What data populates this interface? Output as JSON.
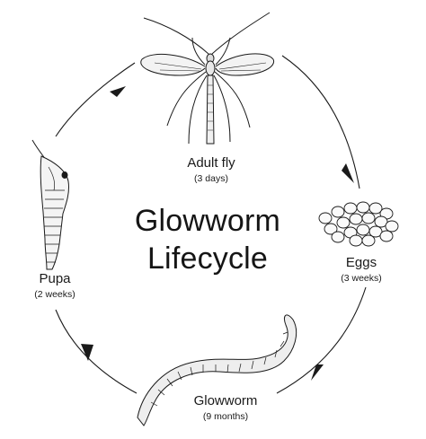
{
  "title": {
    "line1": "Glowworm",
    "line2": "Lifecycle"
  },
  "stages": [
    {
      "id": "adult",
      "label": "Adult fly",
      "duration": "(3 days)",
      "icon": "adult-fly-icon"
    },
    {
      "id": "eggs",
      "label": "Eggs",
      "duration": "(3 weeks)",
      "icon": "eggs-cluster-icon"
    },
    {
      "id": "glowworm",
      "label": "Glowworm",
      "duration": "(9 months)",
      "icon": "glowworm-larva-icon"
    },
    {
      "id": "pupa",
      "label": "Pupa",
      "duration": "(2 weeks)",
      "icon": "pupa-icon"
    }
  ],
  "colors": {
    "line": "#1a1a1a",
    "background": "#ffffff"
  }
}
